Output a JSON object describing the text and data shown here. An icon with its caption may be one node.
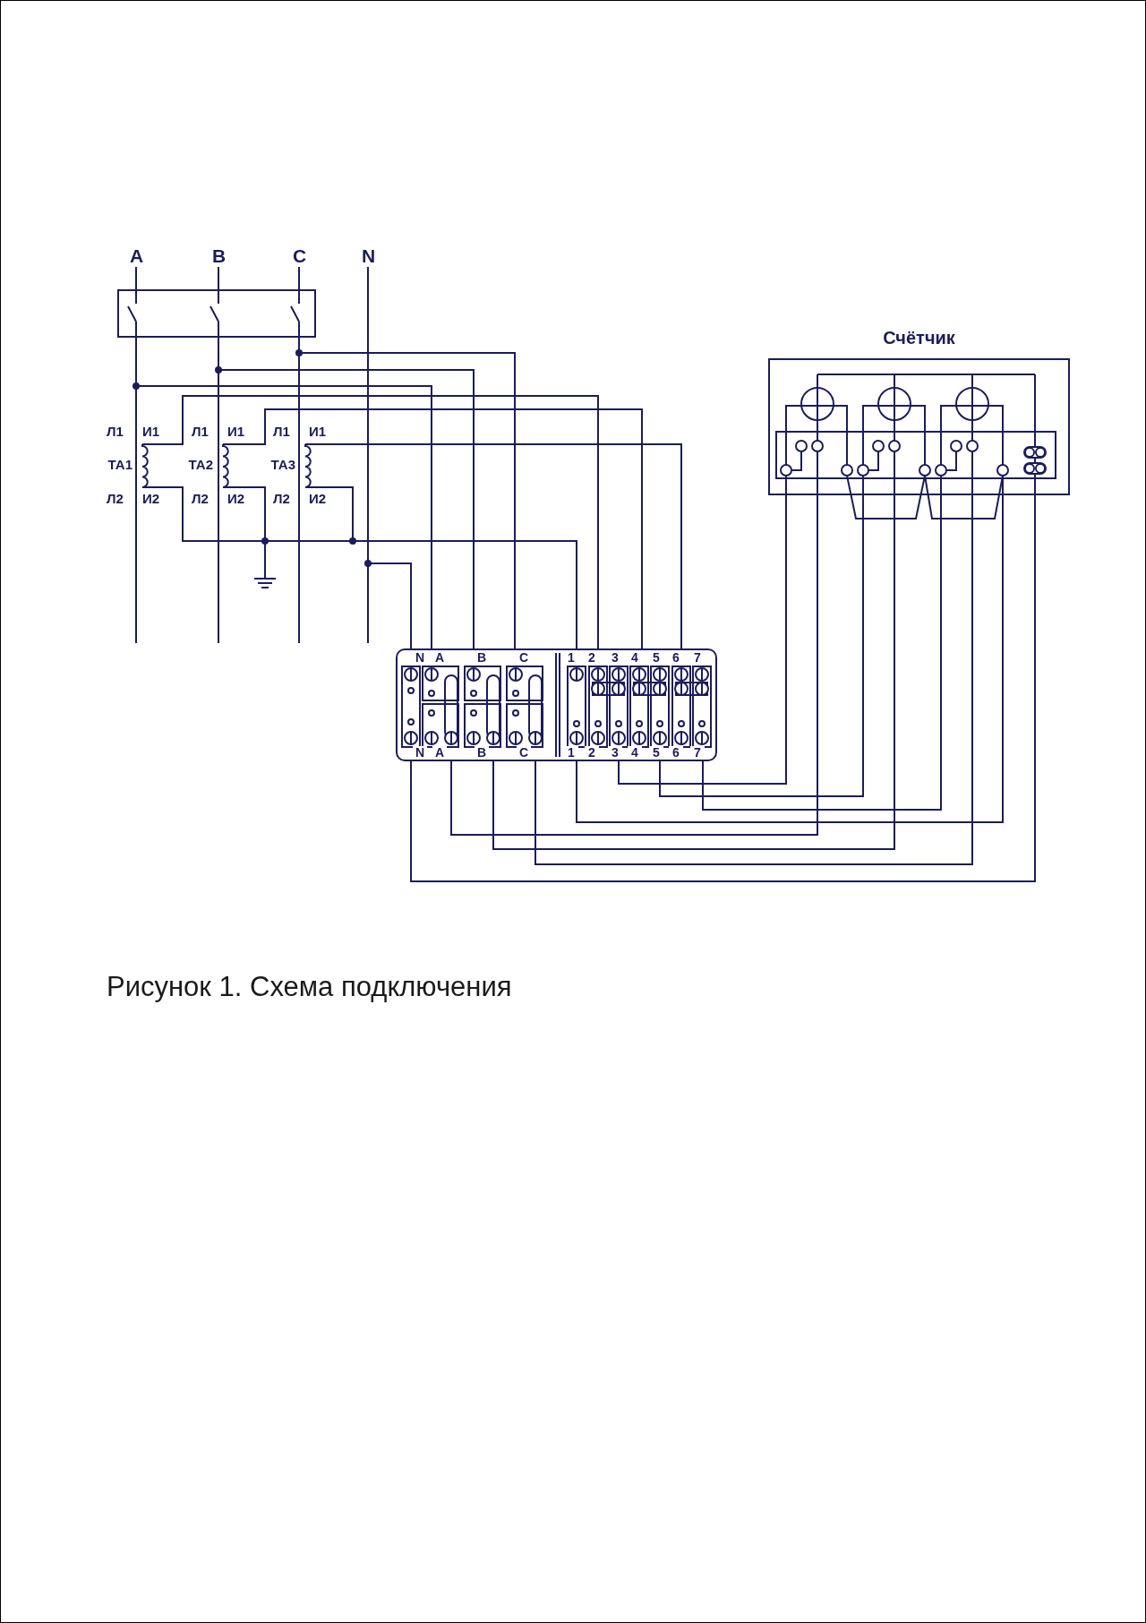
{
  "diagram": {
    "caption": "Рисунок 1. Схема подключения",
    "nodes": [
      {
        "text": [
          "A"
        ]
      },
      {
        "text": [
          "B"
        ]
      },
      {
        "text": [
          "C"
        ]
      },
      {
        "text": [
          "N"
        ]
      },
      {
        "text": [],
        "shape": "box"
      },
      {
        "text": [
          "Счётчик"
        ]
      },
      {
        "text": [
          "ТА1"
        ],
        "beside": [
          "Л1",
          "И1",
          "Л2",
          "И2"
        ]
      },
      {
        "text": [
          "ТА2"
        ],
        "beside": [
          "Л1",
          "И1",
          "Л2",
          "И2"
        ]
      },
      {
        "text": [
          "ТА3"
        ],
        "beside": [
          "Л1",
          "И1",
          "Л2",
          "И2"
        ]
      },
      {
        "text": [
          "N",
          "A",
          "B",
          "C",
          "1",
          "2",
          "3",
          "4",
          "5",
          "6",
          "7",
          "N",
          "A",
          "B",
          "C",
          "1",
          "2",
          "3",
          "4",
          "5",
          "6",
          "7"
        ]
      }
    ],
    "edges": [
      {
        "from": 0,
        "to": 4,
        "arrow": "none"
      },
      {
        "from": 1,
        "to": 4,
        "arrow": "none"
      },
      {
        "from": 2,
        "to": 4,
        "arrow": "none"
      },
      {
        "from": 3,
        "to": null,
        "arrow": "none"
      },
      {
        "from": 4,
        "to": null,
        "arrow": "none"
      },
      {
        "from": 4,
        "to": null,
        "arrow": "none"
      },
      {
        "from": 4,
        "to": null,
        "arrow": "none"
      },
      {
        "from": 4,
        "to": 9,
        "arrow": "none"
      },
      {
        "from": 4,
        "to": 9,
        "arrow": "none"
      },
      {
        "from": 4,
        "to": 9,
        "arrow": "none"
      },
      {
        "from": 3,
        "to": 9,
        "arrow": "none"
      },
      {
        "from": 6,
        "to": 9,
        "arrow": "none"
      },
      {
        "from": 7,
        "to": 9,
        "arrow": "none"
      },
      {
        "from": 8,
        "to": 9,
        "arrow": "none"
      },
      {
        "from": 6,
        "to": 9,
        "arrow": "none"
      },
      {
        "from": 7,
        "to": 9,
        "arrow": "none"
      },
      {
        "from": 8,
        "to": 9,
        "arrow": "none"
      },
      {
        "from": 9,
        "to": 5,
        "arrow": "none"
      },
      {
        "from": 9,
        "to": 5,
        "arrow": "none"
      },
      {
        "from": 9,
        "to": 5,
        "arrow": "none"
      },
      {
        "from": 9,
        "to": 5,
        "arrow": "none"
      },
      {
        "from": 9,
        "to": 5,
        "arrow": "none"
      },
      {
        "from": 9,
        "to": 5,
        "arrow": "none"
      },
      {
        "from": 9,
        "to": 5,
        "arrow": "none"
      },
      {
        "from": 9,
        "to": 5,
        "arrow": "none"
      }
    ]
  }
}
